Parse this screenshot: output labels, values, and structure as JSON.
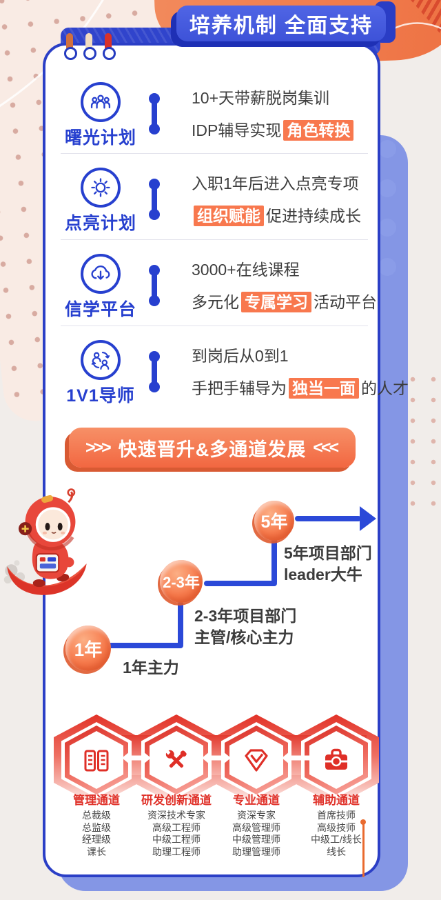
{
  "poster": {
    "title": "培养机制 全面支持",
    "programs": [
      {
        "name": "曙光计划",
        "icon": "people-group-icon",
        "line1": [
          {
            "text": "10+天带薪脱岗集训",
            "hl": false
          }
        ],
        "line2": [
          {
            "text": "IDP辅导实现",
            "hl": false
          },
          {
            "text": "角色转换",
            "hl": true
          }
        ]
      },
      {
        "name": "点亮计划",
        "icon": "sun-icon",
        "line1": [
          {
            "text": "入职1年后进入点亮专项",
            "hl": false
          }
        ],
        "line2": [
          {
            "text": "组织赋能",
            "hl": true
          },
          {
            "text": "促进持续成长",
            "hl": false
          }
        ]
      },
      {
        "name": "信学平台",
        "icon": "cloud-download-icon",
        "line1": [
          {
            "text": "3000+在线课程",
            "hl": false
          }
        ],
        "line2": [
          {
            "text": "多元化",
            "hl": false
          },
          {
            "text": "专属学习",
            "hl": true
          },
          {
            "text": "活动平台",
            "hl": false
          }
        ]
      },
      {
        "name": "1V1导师",
        "icon": "people-swap-icon",
        "line1": [
          {
            "text": "到岗后从0到1",
            "hl": false
          }
        ],
        "line2": [
          {
            "text": "手把手辅导为",
            "hl": false
          },
          {
            "text": "独当一面",
            "hl": true
          },
          {
            "text": "的人才",
            "hl": false
          }
        ]
      }
    ],
    "promo": {
      "left": ">>>",
      "text": "快速晋升&多通道发展",
      "right": "<<<"
    },
    "career": {
      "steps": [
        {
          "label": "1年",
          "desc_lines": [
            "1年主力"
          ]
        },
        {
          "label": "2-3年",
          "desc_lines": [
            "2-3年项目部门",
            "主管/核心主力"
          ]
        },
        {
          "label": "5年",
          "desc_lines": [
            "5年项目部门",
            "leader大牛"
          ]
        }
      ]
    },
    "channels": {
      "list": [
        {
          "title": "管理通道",
          "icon": "open-book-icon",
          "levels": [
            "总裁级",
            "总监级",
            "经理级",
            "课长"
          ]
        },
        {
          "title": "研发创新通道",
          "icon": "crossed-tools-icon",
          "levels": [
            "资深技术专家",
            "高级工程师",
            "中级工程师",
            "助理工程师"
          ]
        },
        {
          "title": "专业通道",
          "icon": "gem-badge-icon",
          "levels": [
            "资深专家",
            "高级管理师",
            "中级管理师",
            "助理管理师"
          ]
        },
        {
          "title": "辅助通道",
          "icon": "toolbox-icon",
          "levels": [
            "首席技师",
            "高级技师",
            "中级工/线长",
            "线长"
          ]
        }
      ],
      "connector_arrows": [
        "double",
        "double",
        "left"
      ]
    },
    "colors": {
      "primary_blue": "#2740CF",
      "banner_blue": "#3D52D8",
      "shadow_periwinkle": "#8496E5",
      "accent_orange": "#F26741",
      "highlight_orange": "#F8784E",
      "channel_red": "#E0322A",
      "text_dark": "#3D3D3D"
    }
  }
}
